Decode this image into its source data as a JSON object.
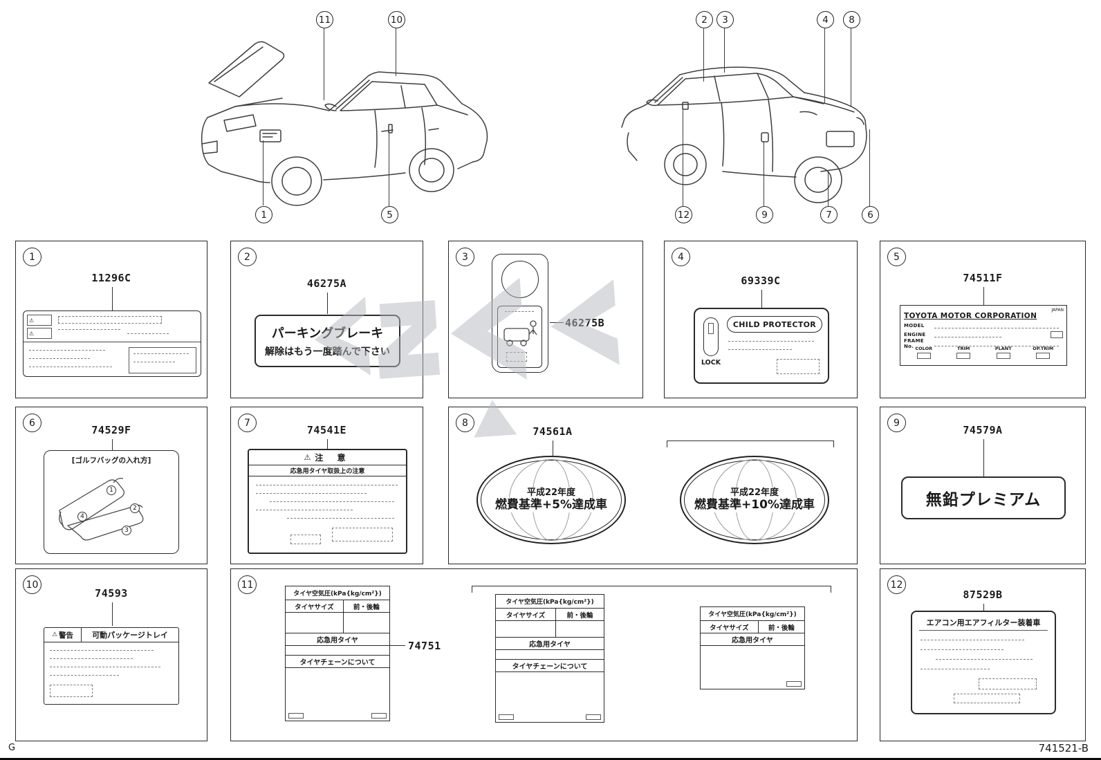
{
  "icons": {
    "warning": "⚠"
  },
  "footer": {
    "left": "G",
    "doc_number": "741521-B"
  },
  "callouts": [
    "11",
    "10",
    "1",
    "5",
    "2",
    "3",
    "4",
    "8",
    "12",
    "9",
    "7",
    "6"
  ],
  "panels": [
    {
      "num": "1",
      "part": "11296C"
    },
    {
      "num": "2",
      "part": "46275A",
      "label": {
        "line1": "パーキングブレーキ",
        "line2": "解除はもう一度踏んで下さい"
      }
    },
    {
      "num": "3",
      "part": "46275B"
    },
    {
      "num": "4",
      "part": "69339C",
      "label": {
        "title": "CHILD PROTECTOR",
        "lock": "LOCK"
      }
    },
    {
      "num": "5",
      "part": "74511F",
      "plate": {
        "maker": "TOYOTA MOTOR CORPORATION",
        "country": "JAPAN",
        "row1": "MODEL",
        "row2": "ENGINE",
        "row3": "FRAME No.",
        "col1": "COLOR",
        "col2": "TRIM",
        "col3": "PLANT",
        "col4": "OP.TRIM"
      }
    },
    {
      "num": "6",
      "part": "74529F",
      "label": {
        "title": "[ゴルフバッグの入れ方]",
        "step1": "1",
        "step2": "2",
        "step3": "3",
        "step4": "4"
      }
    },
    {
      "num": "7",
      "part": "74541E",
      "label": {
        "caution": "注 意",
        "subtitle": "応急用タイヤ取扱上の注意"
      }
    },
    {
      "num": "8",
      "part": "74561A",
      "badges": [
        {
          "year": "平成22年度",
          "text": "燃費基準+5%達成車"
        },
        {
          "year": "平成22年度",
          "text": "燃費基準+10%達成車"
        }
      ]
    },
    {
      "num": "9",
      "part": "74579A",
      "label": {
        "text": "無鉛プレミアム"
      }
    },
    {
      "num": "10",
      "part": "74593",
      "label": {
        "warn": "警告",
        "title": "可動パッケージトレイ"
      }
    },
    {
      "num": "11",
      "part": "74751",
      "table": {
        "header": "タイヤ空気圧(kPa{kg/cm²})",
        "size": "タイヤサイズ",
        "wheels": "前・後輪",
        "spare": "応急用タイヤ",
        "chain": "タイヤチェーンについて"
      }
    },
    {
      "num": "12",
      "part": "87529B",
      "label": {
        "title": "エアコン用エアフィルター装着車"
      }
    }
  ]
}
